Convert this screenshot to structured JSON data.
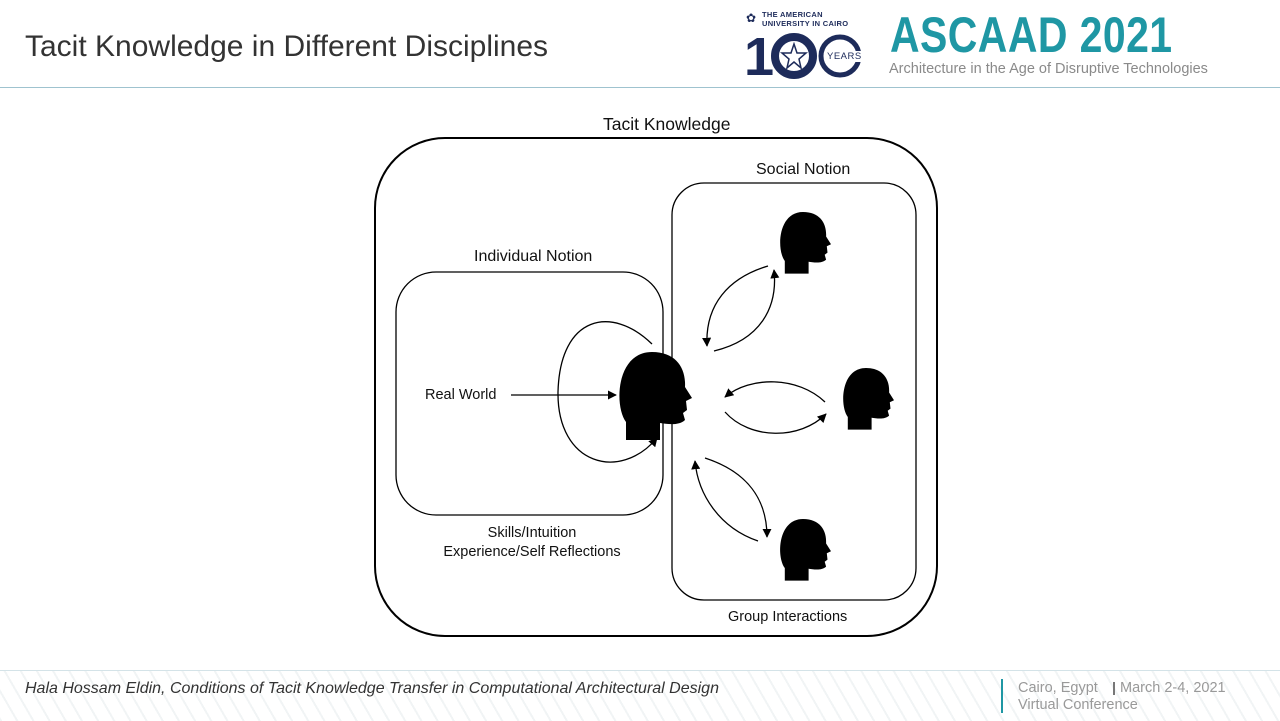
{
  "slide": {
    "title": "Tacit Knowledge in Different Disciplines"
  },
  "header": {
    "university_line1": "THE AMERICAN",
    "university_line2": "UNIVERSITY IN CAIRO",
    "centennial_digit": "1",
    "centennial_word": "YEARS",
    "conference_name": "ASCAAD 2021",
    "conference_subtitle": "Architecture in the Age of Disruptive Technologies",
    "accent_color": "#1f97a4"
  },
  "diagram": {
    "outer_label": "Tacit Knowledge",
    "individual_label": "Individual Notion",
    "social_label": "Social Notion",
    "input_label": "Real World",
    "individual_caption_line1": "Skills/Intuition",
    "individual_caption_line2": "Experience/Self Reflections",
    "social_caption": "Group Interactions",
    "icons": [
      "head-icon-central",
      "head-icon-top",
      "head-icon-right",
      "head-icon-bottom"
    ]
  },
  "footer": {
    "author_citation": "Hala Hossam Eldin, Conditions of Tacit Knowledge Transfer in Computational Architectural Design",
    "location": "Cairo, Egypt",
    "dates": "March 2-4, 2021",
    "mode": "Virtual Conference"
  }
}
